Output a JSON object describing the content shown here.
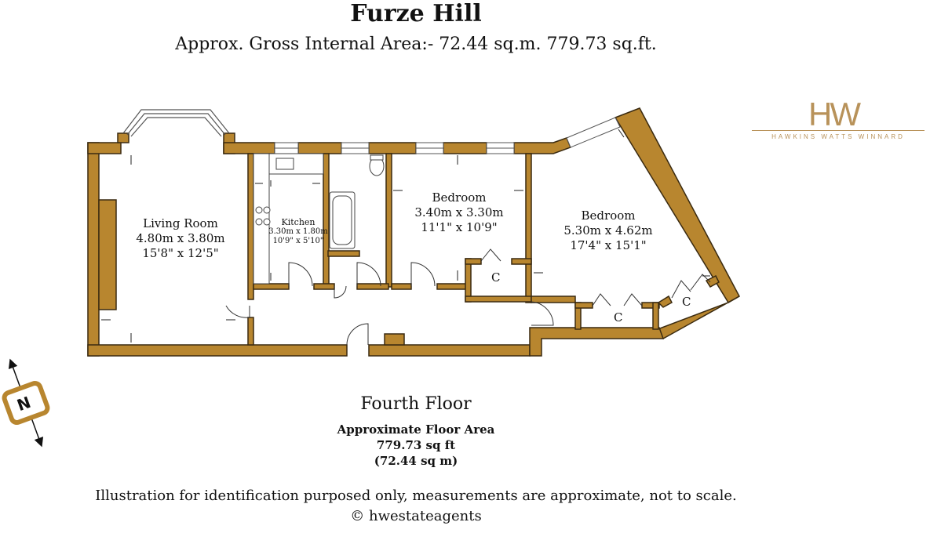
{
  "header": {
    "title": "Furze Hill",
    "subtitle": "Approx. Gross Internal Area:- 72.44 sq.m. 779.73 sq.ft."
  },
  "logo": {
    "mark": "HW",
    "text": "HAWKINS WATTS WINNARD"
  },
  "rooms": {
    "living": {
      "name": "Living Room",
      "metric": "4.80m x 3.80m",
      "imperial": "15'8\" x 12'5\""
    },
    "kitchen": {
      "name": "Kitchen",
      "metric": "3.30m x 1.80m",
      "imperial": "10'9\" x 5'10\""
    },
    "bedroom1": {
      "name": "Bedroom",
      "metric": "3.40m x 3.30m",
      "imperial": "11'1\" x 10'9\""
    },
    "bedroom2": {
      "name": "Bedroom",
      "metric": "5.30m x 4.62m",
      "imperial": "17'4\" x 15'1\""
    },
    "cupboard_label": "C"
  },
  "compass": {
    "label": "N"
  },
  "floor": {
    "name": "Fourth Floor",
    "area_heading": "Approximate Floor Area",
    "area_sqft": "779.73 sq ft",
    "area_sqm": "(72.44  sq m)"
  },
  "footer": {
    "disclaimer": "Illustration for identification purposed only, measurements are approximate, not to scale.",
    "copyright": "© hwestateagents"
  },
  "colors": {
    "wall": "#b8862f",
    "wall_outline": "#3a2a10",
    "logo": "#b8925a"
  }
}
